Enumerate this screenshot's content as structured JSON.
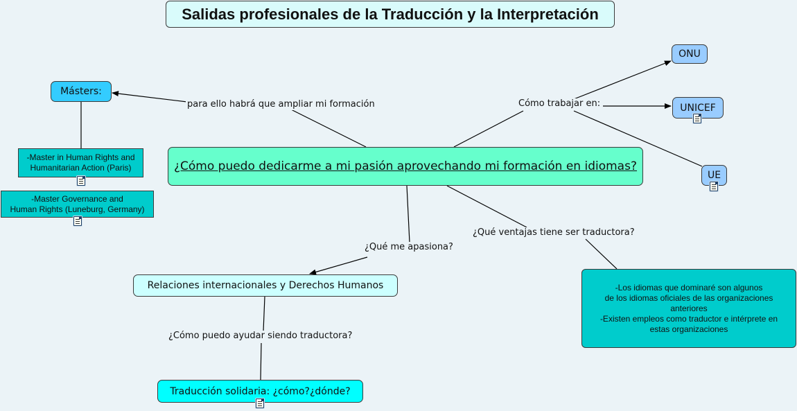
{
  "title": "Salidas profesionales de la Traducción y la Interpretación",
  "nodes": {
    "central": "¿Cómo puedo dedicarme a mi pasión aprovechando mi formación en idiomas?",
    "masters": "Másters:",
    "master_hr": [
      "-Master in Human Rights and",
      "Humanitarian Action (Paris)"
    ],
    "master_gov": [
      "-Master Governance and",
      "Human Rights (Luneburg, Germany)"
    ],
    "onu": "ONU",
    "unicef": "UNICEF",
    "ue": "UE",
    "relaciones": "Relaciones internacionales y Derechos Humanos",
    "traduccion": "Traducción solidaria: ¿cómo?¿dónde?",
    "ventajas_info": [
      "-Los idiomas que dominaré son algunos",
      "de los idiomas oficiales de las organizaciones",
      "anteriores",
      "-Existen empleos como traductor e intérprete en",
      "estas organizaciones"
    ]
  },
  "links": {
    "formacion": "para ello habrá que ampliar mi formación",
    "trabajar": "Cómo trabajar en:",
    "apasiona": "¿Qué me apasiona?",
    "ventajas": "¿Qué ventajas tiene ser traductora?",
    "ayudar": "¿Cómo puedo ayudar siendo traductora?"
  },
  "icons": {
    "resource": "document-icon"
  },
  "colors": {
    "background": "#ebf3f7",
    "title": "#d9fbfb",
    "central": "#66ffcc",
    "masters": "#33ccff",
    "organizations": "#99ccff",
    "relaciones": "#ccffff",
    "traduccion": "#00ffff",
    "teal_notes": "#00cccc",
    "line": "#000000"
  }
}
